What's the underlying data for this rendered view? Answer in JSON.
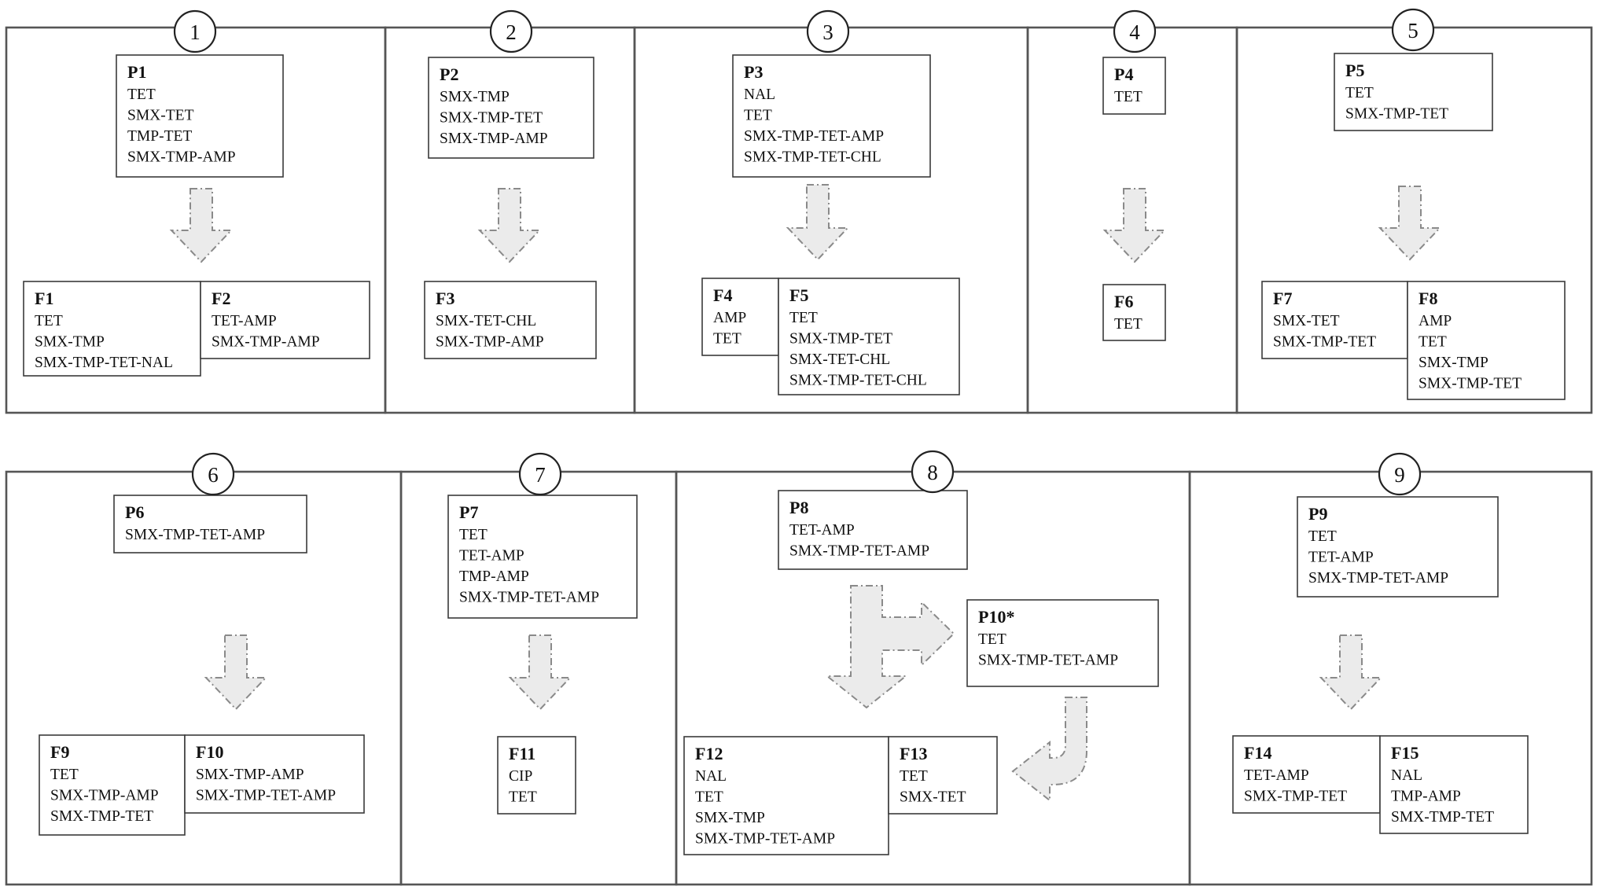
{
  "groups": [
    {
      "number": "1"
    },
    {
      "number": "2"
    },
    {
      "number": "3"
    },
    {
      "number": "4"
    },
    {
      "number": "5"
    },
    {
      "number": "6"
    },
    {
      "number": "7"
    },
    {
      "number": "8"
    },
    {
      "number": "9"
    }
  ],
  "boxes": [
    {
      "label": "P1",
      "lines": [
        "TET",
        "SMX-TET",
        "TMP-TET",
        "SMX-TMP-AMP"
      ]
    },
    {
      "label": "F1",
      "lines": [
        "TET",
        "SMX-TMP",
        "SMX-TMP-TET-NAL"
      ]
    },
    {
      "label": "F2",
      "lines": [
        "TET-AMP",
        "SMX-TMP-AMP"
      ]
    },
    {
      "label": "P2",
      "lines": [
        "SMX-TMP",
        "SMX-TMP-TET",
        "SMX-TMP-AMP"
      ]
    },
    {
      "label": "F3",
      "lines": [
        "SMX-TET-CHL",
        "SMX-TMP-AMP"
      ]
    },
    {
      "label": "P3",
      "lines": [
        "NAL",
        "TET",
        "SMX-TMP-TET-AMP",
        "SMX-TMP-TET-CHL"
      ]
    },
    {
      "label": "F4",
      "lines": [
        "AMP",
        "TET"
      ]
    },
    {
      "label": "F5",
      "lines": [
        "TET",
        "SMX-TMP-TET",
        "SMX-TET-CHL",
        "SMX-TMP-TET-CHL"
      ]
    },
    {
      "label": "P4",
      "lines": [
        "TET"
      ]
    },
    {
      "label": "F6",
      "lines": [
        "TET"
      ]
    },
    {
      "label": "P5",
      "lines": [
        "TET",
        "SMX-TMP-TET"
      ]
    },
    {
      "label": "F7",
      "lines": [
        "SMX-TET",
        "SMX-TMP-TET"
      ]
    },
    {
      "label": "F8",
      "lines": [
        "AMP",
        "TET",
        "SMX-TMP",
        "SMX-TMP-TET"
      ]
    },
    {
      "label": "P6",
      "lines": [
        "SMX-TMP-TET-AMP"
      ]
    },
    {
      "label": "F9",
      "lines": [
        "TET",
        "SMX-TMP-AMP",
        "SMX-TMP-TET"
      ]
    },
    {
      "label": "F10",
      "lines": [
        "SMX-TMP-AMP",
        "SMX-TMP-TET-AMP"
      ]
    },
    {
      "label": "P7",
      "lines": [
        "TET",
        "TET-AMP",
        "TMP-AMP",
        "SMX-TMP-TET-AMP"
      ]
    },
    {
      "label": "F11",
      "lines": [
        "CIP",
        "TET"
      ]
    },
    {
      "label": "P8",
      "lines": [
        "TET-AMP",
        "SMX-TMP-TET-AMP"
      ]
    },
    {
      "label": "P10*",
      "lines": [
        "TET",
        "SMX-TMP-TET-AMP"
      ]
    },
    {
      "label": "F12",
      "lines": [
        "NAL",
        "TET",
        "SMX-TMP",
        "SMX-TMP-TET-AMP"
      ]
    },
    {
      "label": "F13",
      "lines": [
        "TET",
        "SMX-TET"
      ]
    },
    {
      "label": "P9",
      "lines": [
        "TET",
        "TET-AMP",
        "SMX-TMP-TET-AMP"
      ]
    },
    {
      "label": "F14",
      "lines": [
        "TET-AMP",
        "SMX-TMP-TET"
      ]
    },
    {
      "label": "F15",
      "lines": [
        "NAL",
        "TMP-AMP",
        "SMX-TMP-TET"
      ]
    }
  ]
}
